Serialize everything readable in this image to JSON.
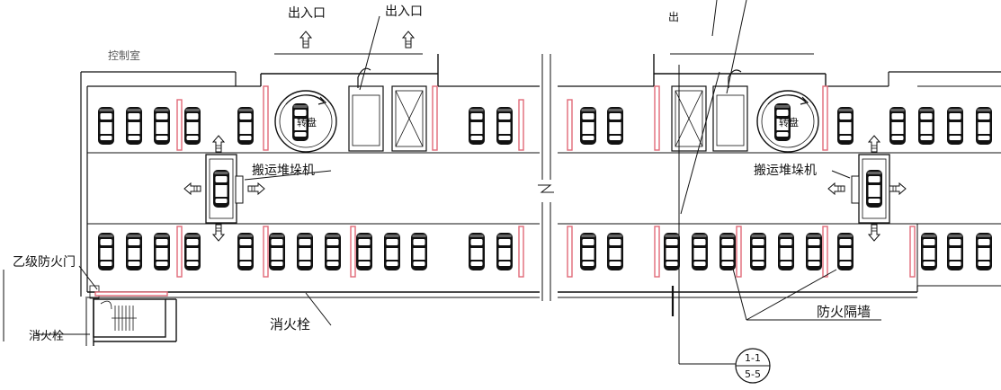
{
  "labels": {
    "entrance_exit_1": "出入口",
    "entrance_exit_2": "出入口",
    "entrance_exit_3": "出",
    "control_room": "控制室",
    "turntable_1": "转盘",
    "turntable_2": "转盘",
    "stacker_1": "搬运堆垛机",
    "stacker_2": "搬运堆垛机",
    "fire_door": "乙级防火门",
    "hydrant_1": "消火栓",
    "hydrant_2": "消火栓",
    "firewall": "防火隔墙"
  },
  "section_marker": {
    "top": "1-1",
    "bottom": "5-5"
  },
  "colors": {
    "line": "#111111",
    "firewall": "#e06a78",
    "background": "#ffffff"
  },
  "icons": [
    "car-icon",
    "lift-x-icon",
    "turntable-icon",
    "double-arrow-icon",
    "section-symbol"
  ]
}
